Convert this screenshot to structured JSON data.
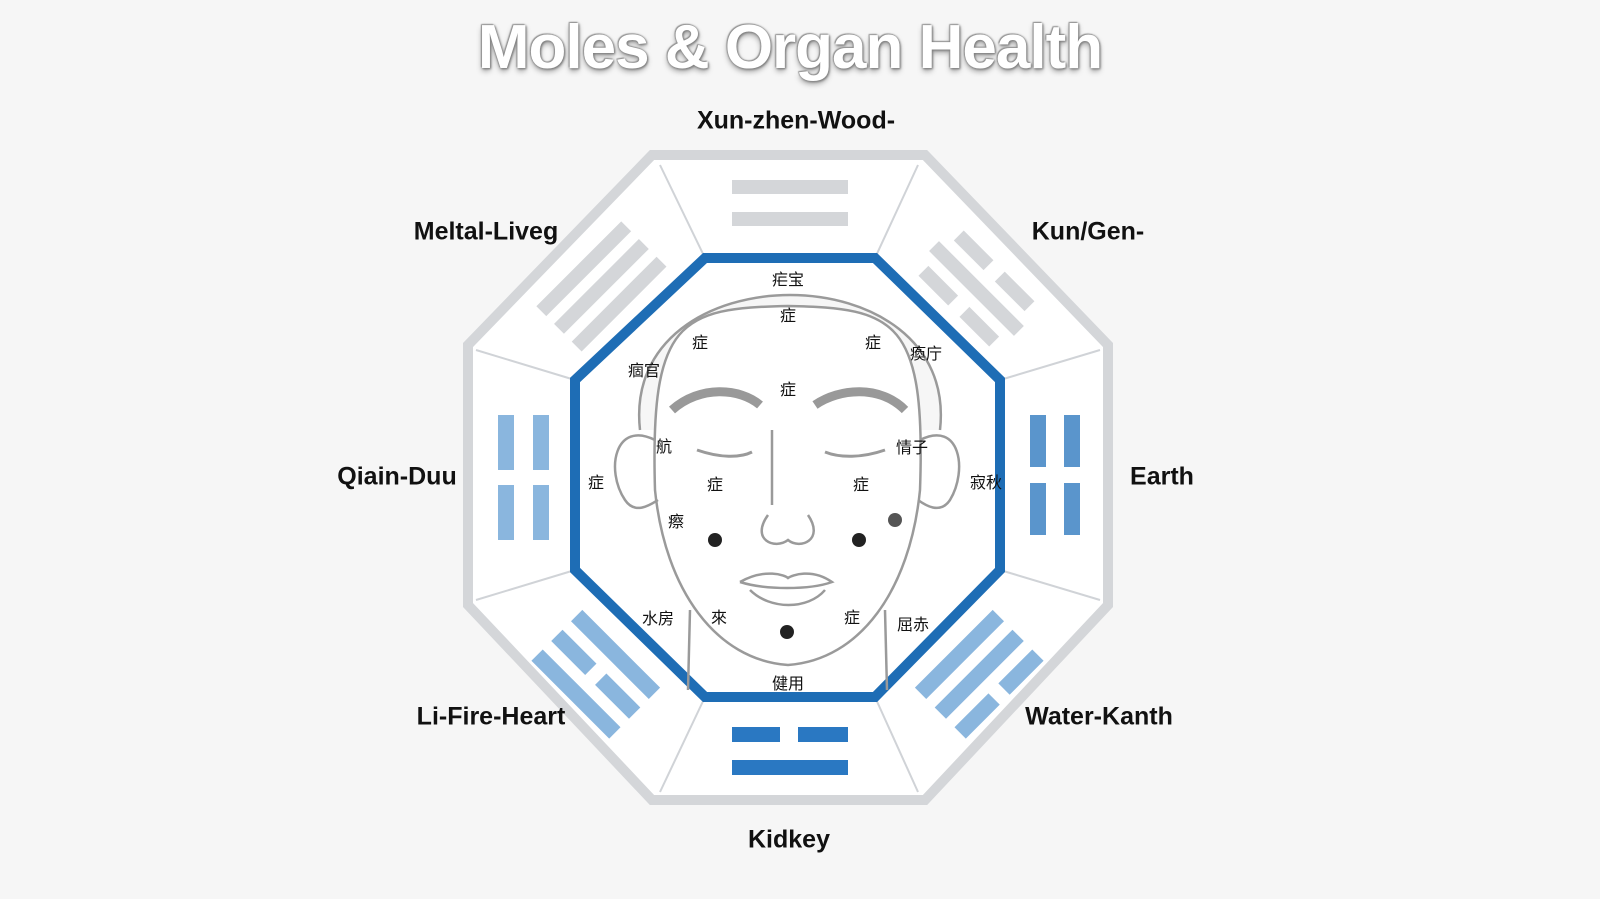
{
  "title": "Moles & Organ Health",
  "directions": {
    "top": "Xun-zhen-Wood-",
    "top_left": "Meltal-Liveg",
    "top_right": "Kun/Gen-",
    "left": "Qiain-Duu",
    "right": "Earth",
    "bottom_left": "Li-Fire-Heart",
    "bottom_right": "Water-Kanth",
    "bottom": "Kidkey"
  },
  "face_labels": [
    "疟宝",
    "症",
    "症",
    "症",
    "痼官",
    "瘓庁",
    "症",
    "航",
    "情子",
    "症",
    "症",
    "症",
    "寂秋",
    "瘵",
    "水房",
    "來",
    "症",
    "屈赤",
    "健用"
  ],
  "colors": {
    "accent": "#1e6db5",
    "light_blue": "#8ab6de",
    "gray": "#d4d6d9"
  }
}
